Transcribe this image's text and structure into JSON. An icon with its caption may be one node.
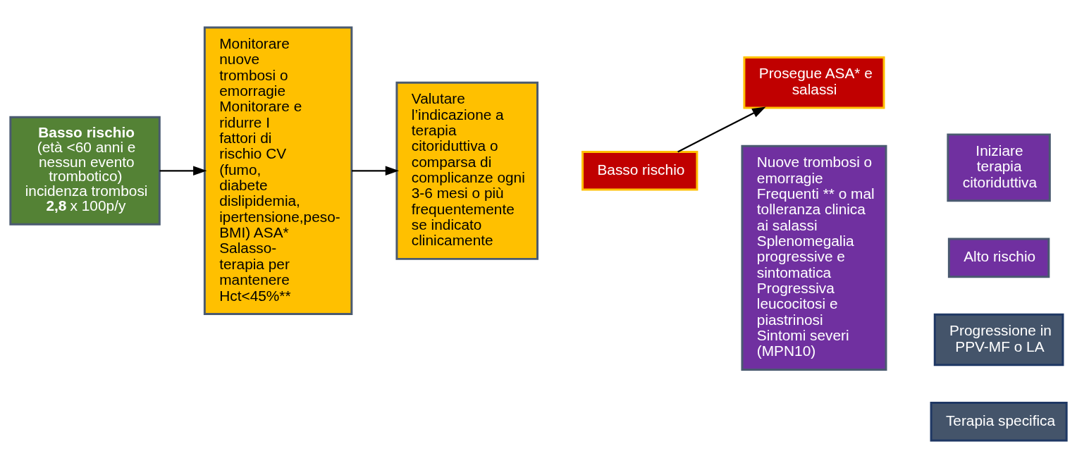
{
  "diagram": {
    "nodes": [
      {
        "text": [
          "Basso rischio",
          "(età <60 anni e nessun evento trombotico) incidenza trombosi **2,8** x 100p/y"
        ]
      },
      {
        "text": [
          "Monitorare nuove trombosi o emorragie Monitorare e ridurre I fattori di rischio CV (fumo, diabete dislipidemia, ipertensione,peso-BMI) ASA* Salasso-terapia per mantenere Hct<45%**"
        ]
      },
      {
        "text": [
          "Valutare l’indicazione a terapia citoriduttiva o comparsa di complicanze ogni 3-6 mesi o più frequentemente se indicato clinicamente"
        ]
      },
      {
        "text": [
          "Basso rischio"
        ]
      },
      {
        "text": [
          "Prosegue ASA* e salassi"
        ]
      },
      {
        "text": [
          "Nuove trombosi o emorragie Frequenti ** o mal tolleranza clinica ai salassi Splenomegalia progressive e sintomatica Progressiva leucocitosi e piastrinosi Sintomi severi (MPN10)"
        ]
      },
      {
        "text": [
          "Iniziare terapia citoriduttiva"
        ]
      },
      {
        "text": [
          "Alto rischio"
        ]
      },
      {
        "text": [
          "Progressione in PPV-MF o LA"
        ]
      },
      {
        "text": [
          "Terapia specifica"
        ]
      }
    ],
    "edges": [
      {
        "from": 0,
        "to": 1,
        "arrow": "to"
      },
      {
        "from": 1,
        "to": 2,
        "arrow": "to"
      },
      {
        "from": 3,
        "to": 4,
        "arrow": "to"
      }
    ]
  }
}
